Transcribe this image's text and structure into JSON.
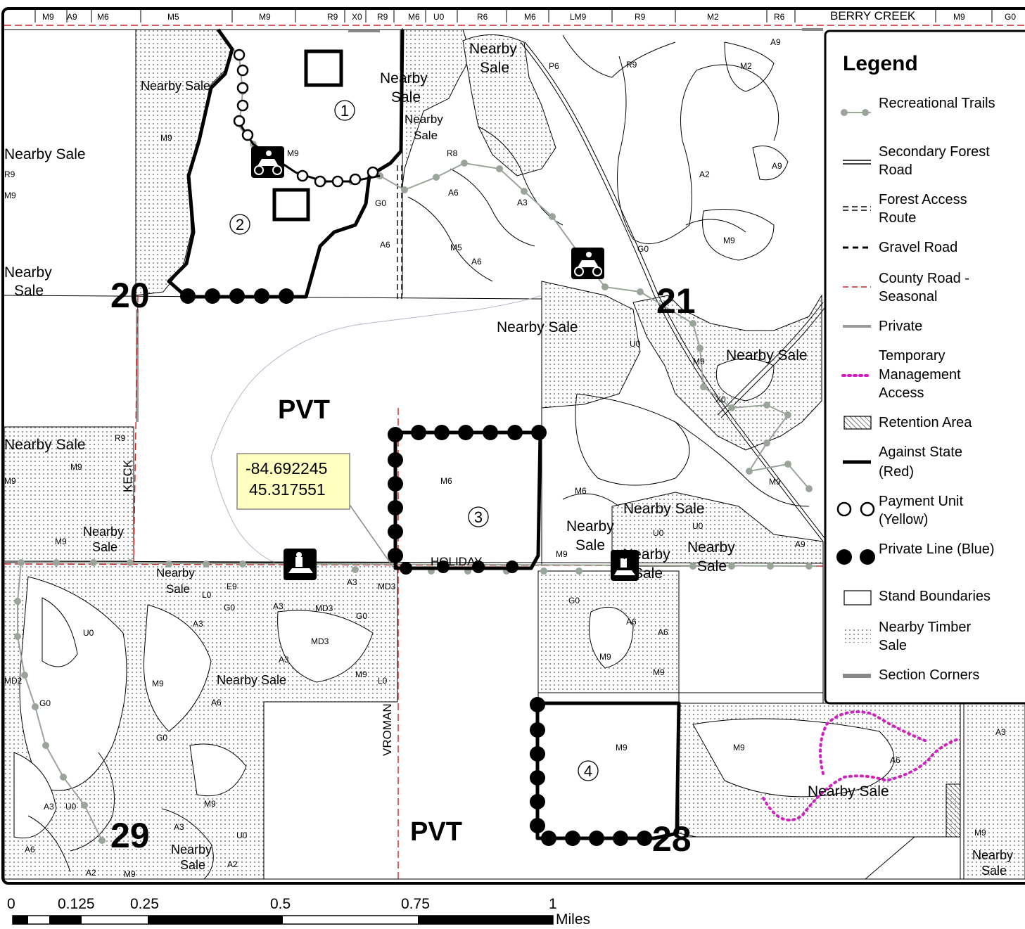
{
  "legend": {
    "title": "Legend",
    "items": [
      {
        "label_lines": [
          "Recreational Trails"
        ],
        "symbol": "trail"
      },
      {
        "label_lines": [
          "Secondary Forest",
          "Road"
        ],
        "symbol": "double-line"
      },
      {
        "label_lines": [
          "Forest Access",
          "Route"
        ],
        "symbol": "double-dash"
      },
      {
        "label_lines": [
          "Gravel Road"
        ],
        "symbol": "dash"
      },
      {
        "label_lines": [
          "County Road -",
          "Seasonal"
        ],
        "symbol": "red-dash"
      },
      {
        "label_lines": [
          "Private"
        ],
        "symbol": "gray-line"
      },
      {
        "label_lines": [
          "Temporary",
          "Management",
          "Access"
        ],
        "symbol": "magenta-dots"
      },
      {
        "label_lines": [
          "Retention Area"
        ],
        "symbol": "hatch-box"
      },
      {
        "label_lines": [
          "Against State",
          "(Red)"
        ],
        "symbol": "thick-line"
      },
      {
        "label_lines": [
          "Payment Unit",
          "(Yellow)"
        ],
        "symbol": "open-circles"
      },
      {
        "label_lines": [
          "Private Line (Blue)"
        ],
        "symbol": "filled-circles"
      },
      {
        "label_lines": [
          "Stand Boundaries"
        ],
        "symbol": "box"
      },
      {
        "label_lines": [
          "Nearby Timber",
          "Sale"
        ],
        "symbol": "dots-box"
      },
      {
        "label_lines": [
          "Section Corners"
        ],
        "symbol": "gray-bar"
      }
    ]
  },
  "sections": [
    "20",
    "21",
    "28",
    "29"
  ],
  "private_labels": [
    "PVT",
    "PVT"
  ],
  "road_names": {
    "keck": "KECK",
    "vroman": "VROMAN",
    "holiday": "HOLIDAY",
    "berry_creek": "BERRY CREEK"
  },
  "units": [
    "1",
    "2",
    "3",
    "4"
  ],
  "callout": {
    "lon": "-84.692245",
    "lat": "45.317551"
  },
  "scale_bar": {
    "ticks": [
      "0",
      "0.125",
      "0.25",
      "0.5",
      "0.75",
      "1"
    ],
    "unit": "Miles"
  },
  "sale_text": {
    "nearby_sale": "Nearby Sale",
    "nearby": "Nearby",
    "sale": "Sale"
  },
  "stand_codes": {
    "top_strip": [
      "M9",
      "A9",
      "M6",
      "M5",
      "M9",
      "R9",
      "X0",
      "R9",
      "M6",
      "U0",
      "R6",
      "M6",
      "LM9",
      "R9",
      "M2",
      "R6",
      "M9",
      "G0"
    ],
    "scattered": [
      "M9",
      "R9",
      "M9",
      "M9",
      "P6",
      "R9",
      "M2",
      "A9",
      "A2",
      "A9",
      "R8",
      "A6",
      "A3",
      "G0",
      "A6",
      "M5",
      "A6",
      "G0",
      "M9",
      "U0",
      "M9",
      "X0",
      "M9",
      "M9",
      "R9",
      "M9",
      "M6",
      "M6",
      "M9",
      "U0",
      "U0",
      "A9",
      "M9",
      "L0",
      "E9",
      "G0",
      "A3",
      "MD3",
      "A3",
      "MD3",
      "G0",
      "MD3",
      "A3",
      "M9",
      "L0",
      "A3",
      "U0",
      "M9",
      "A6",
      "MD2",
      "G0",
      "G0",
      "A3",
      "U0",
      "M9",
      "A3",
      "U0",
      "A2",
      "A2",
      "M9",
      "A6",
      "G0",
      "A6",
      "M9",
      "A6",
      "M9",
      "M9",
      "M9",
      "A6",
      "A3",
      "M9"
    ]
  },
  "colors": {
    "county_road": "#cc2222",
    "temp_access": "#d020c0",
    "private_line": "#9a9a9a",
    "trail": "#9aa59a",
    "callout_fill": "#ffffc0"
  },
  "icons": [
    "atv-icon",
    "atv-icon",
    "atv-icon",
    "snowmobile-icon",
    "snowmobile-icon"
  ]
}
